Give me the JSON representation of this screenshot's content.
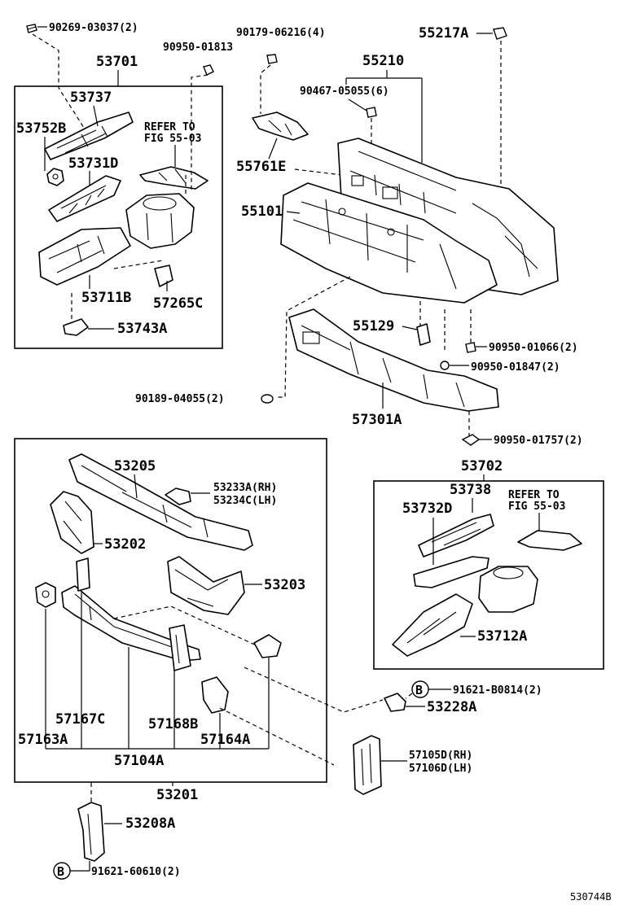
{
  "parts": {
    "p_90269": "90269-03037(2)",
    "p_53701": "53701",
    "p_53737": "53737",
    "p_53752b": "53752B",
    "p_refer1_a": "REFER TO",
    "p_refer1_b": "FIG 55-03",
    "p_53731d": "53731D",
    "p_53711b": "53711B",
    "p_57265c": "57265C",
    "p_53743a": "53743A",
    "p_90950_01813": "90950-01813",
    "p_90179": "90179-06216(4)",
    "p_55761e": "55761E",
    "p_55217a": "55217A",
    "p_55210": "55210",
    "p_90467": "90467-05055(6)",
    "p_55101": "55101",
    "p_55129": "55129",
    "p_90950_01066": "90950-01066(2)",
    "p_90950_01847": "90950-01847(2)",
    "p_90189": "90189-04055(2)",
    "p_57301a": "57301A",
    "p_90950_01757": "90950-01757(2)",
    "p_53205": "53205",
    "p_53233a": "53233A(RH)",
    "p_53234c": "53234C(LH)",
    "p_53202": "53202",
    "p_53203": "53203",
    "p_57167c": "57167C",
    "p_57168b": "57168B",
    "p_57163a": "57163A",
    "p_57164a": "57164A",
    "p_57104a": "57104A",
    "p_53201": "53201",
    "p_53702": "53702",
    "p_53738": "53738",
    "p_53732d": "53732D",
    "p_refer2_a": "REFER TO",
    "p_refer2_b": "FIG 55-03",
    "p_53712a": "53712A",
    "p_91621_b0814": "91621-B0814(2)",
    "p_53228a": "53228A",
    "p_57105d": "57105D(RH)",
    "p_57106d": "57106D(LH)",
    "p_53208a": "53208A",
    "p_91621_60610": "91621-60610(2)",
    "p_circle_b1": "B",
    "p_circle_b2": "B"
  },
  "footer": {
    "drawing_id": "530744B"
  }
}
